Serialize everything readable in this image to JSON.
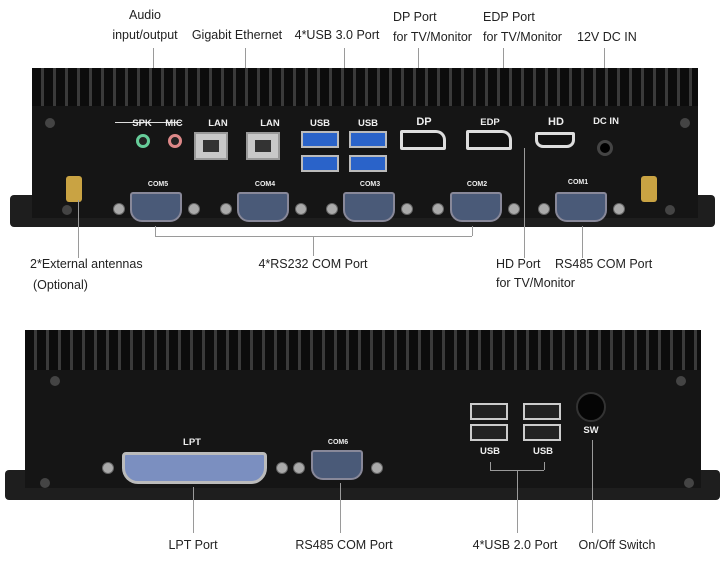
{
  "top_callouts": {
    "audio_1": "Audio",
    "audio_2": "input/output",
    "ethernet": "Gigabit Ethernet",
    "usb3": "4*USB 3.0 Port",
    "dp_1": "DP Port",
    "dp_2": "for TV/Monitor",
    "edp_1": "EDP Port",
    "edp_2": "for TV/Monitor",
    "dc": "12V DC IN",
    "antenna_1": "2*External antennas",
    "antenna_2": "(Optional)",
    "rs232": "4*RS232 COM Port",
    "hd_1": "HD Port",
    "hd_2": "for TV/Monitor",
    "rs485": "RS485 COM Port"
  },
  "top_ports": {
    "spk": "SPK",
    "mic": "MIC",
    "lan1": "LAN",
    "lan2": "LAN",
    "usb1": "USB",
    "usb2": "USB",
    "dp": "DP",
    "edp": "EDP",
    "hd": "HD",
    "dc": "DC IN",
    "com5": "COM5",
    "com4": "COM4",
    "com3": "COM3",
    "com2": "COM2",
    "com1": "COM1"
  },
  "bottom_callouts": {
    "lpt": "LPT Port",
    "rs485": "RS485 COM Port",
    "usb2": "4*USB 2.0 Port",
    "switch": "On/Off Switch"
  },
  "bottom_ports": {
    "lpt": "LPT",
    "com6": "COM6",
    "usb1": "USB",
    "usb2": "USB",
    "sw": "SW"
  }
}
